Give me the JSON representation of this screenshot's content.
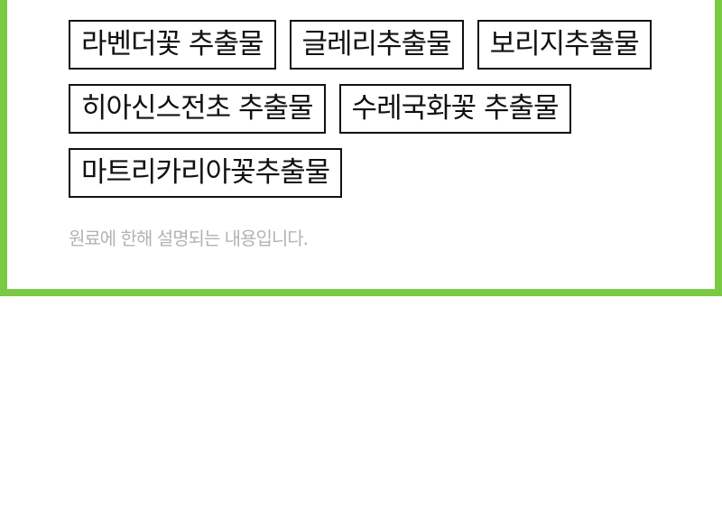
{
  "tags": [
    [
      "라벤더꽃 추출물",
      "글레리추출물",
      "보리지추출물"
    ],
    [
      "히아신스전초 추출물",
      "수레국화꽃 추출물"
    ],
    [
      "마트리카리아꽃추출물"
    ]
  ],
  "caption": "원료에 한해 설명되는 내용입니다.",
  "colors": {
    "frame_border": "#7ac943",
    "tag_border": "#111111",
    "caption_text": "#b3b3b3"
  }
}
